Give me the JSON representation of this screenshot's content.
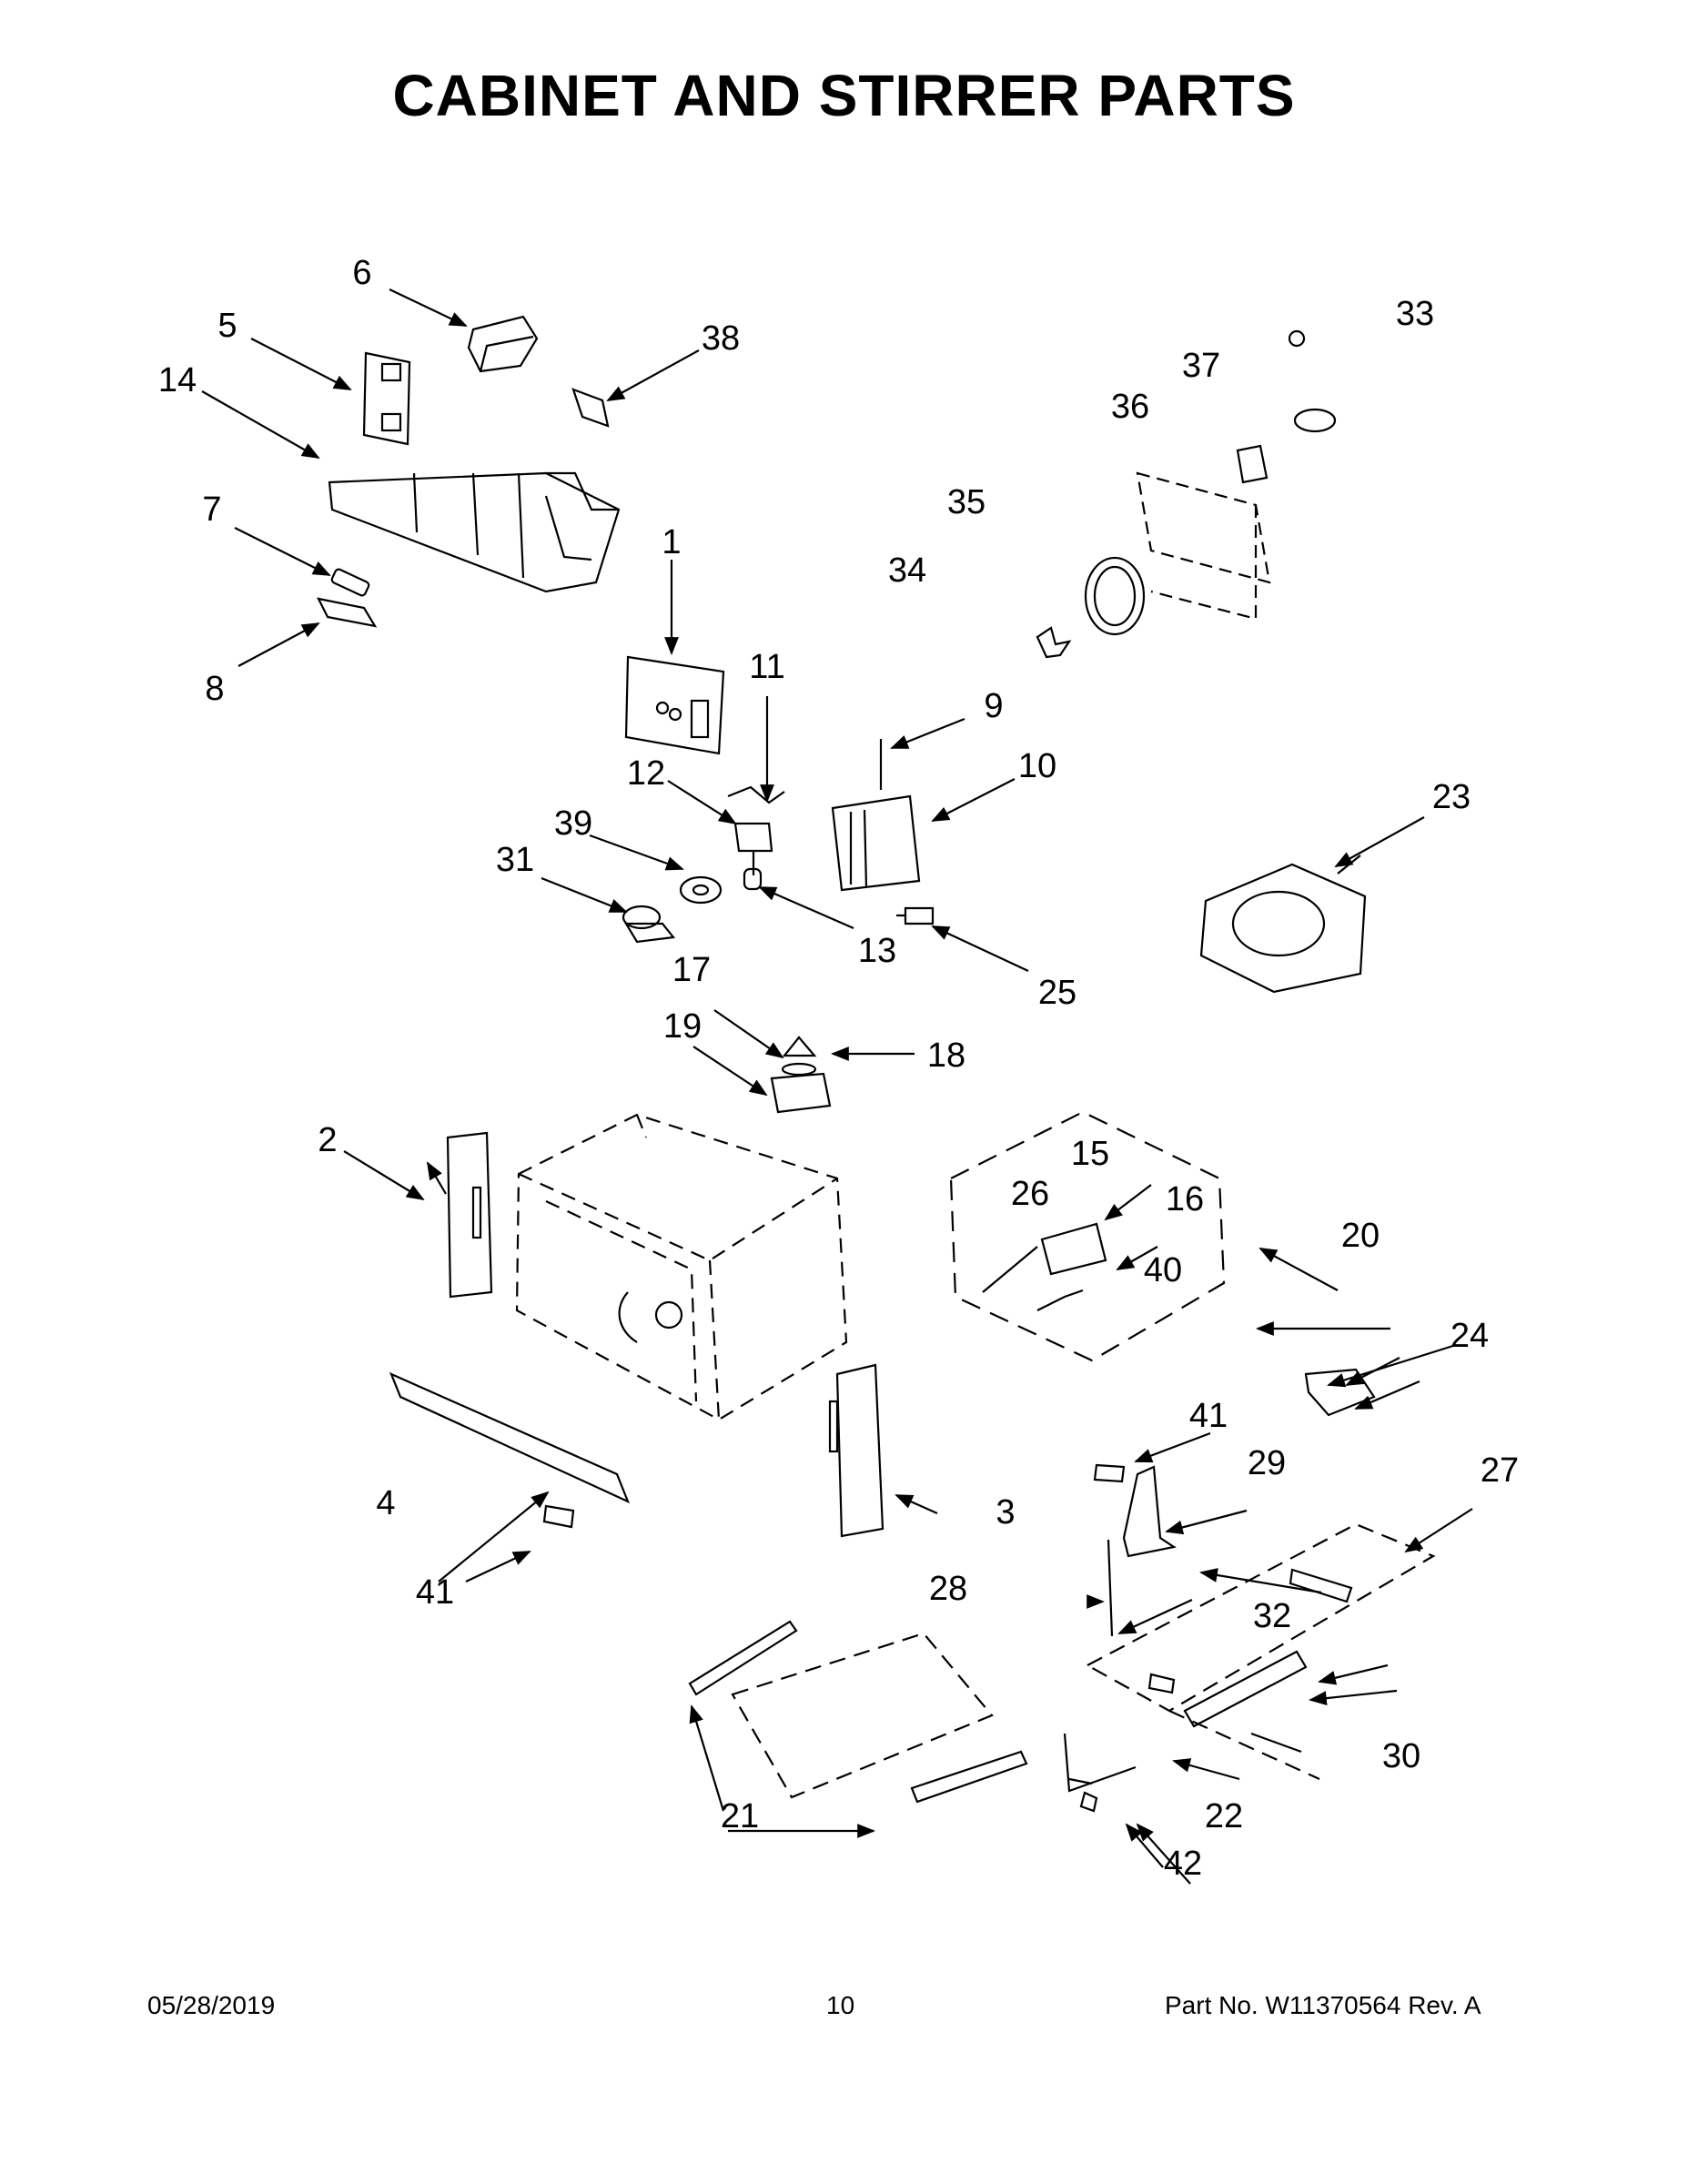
{
  "title": "CABINET AND STIRRER PARTS",
  "callouts": {
    "c1": "1",
    "c2": "2",
    "c3": "3",
    "c4": "4",
    "c5": "5",
    "c6": "6",
    "c7": "7",
    "c8": "8",
    "c9": "9",
    "c10": "10",
    "c11": "11",
    "c12": "12",
    "c13": "13",
    "c14": "14",
    "c15": "15",
    "c16": "16",
    "c17": "17",
    "c18": "18",
    "c19": "19",
    "c20": "20",
    "c21": "21",
    "c22": "22",
    "c23": "23",
    "c24": "24",
    "c25": "25",
    "c26": "26",
    "c27": "27",
    "c28": "28",
    "c29": "29",
    "c30": "30",
    "c31": "31",
    "c32": "32",
    "c33": "33",
    "c34": "34",
    "c35": "35",
    "c36": "36",
    "c37": "37",
    "c38": "38",
    "c39": "39",
    "c40": "40",
    "c41a": "41",
    "c41b": "41",
    "c42": "42"
  },
  "footer": {
    "date": "05/28/2019",
    "page": "10",
    "part": "Part No.  W11370564  Rev.  A"
  }
}
